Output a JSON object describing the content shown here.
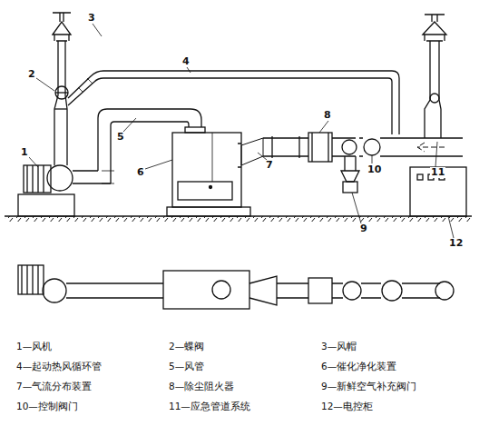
{
  "diagram": {
    "labels": [
      "1",
      "2",
      "3",
      "4",
      "5",
      "6",
      "7",
      "8",
      "9",
      "10",
      "11",
      "12",
      "1—风机",
      "2—蝶阀",
      "3—风帽",
      "4—起动热风循环管",
      "5—风管",
      "6—催化净化装置",
      "7—气流分布装置",
      "8—除尘阻火器",
      "9—新鲜空气补充阀门",
      "10—控制阀门",
      "11—应急管道系统",
      "12—电控柜"
    ]
  }
}
